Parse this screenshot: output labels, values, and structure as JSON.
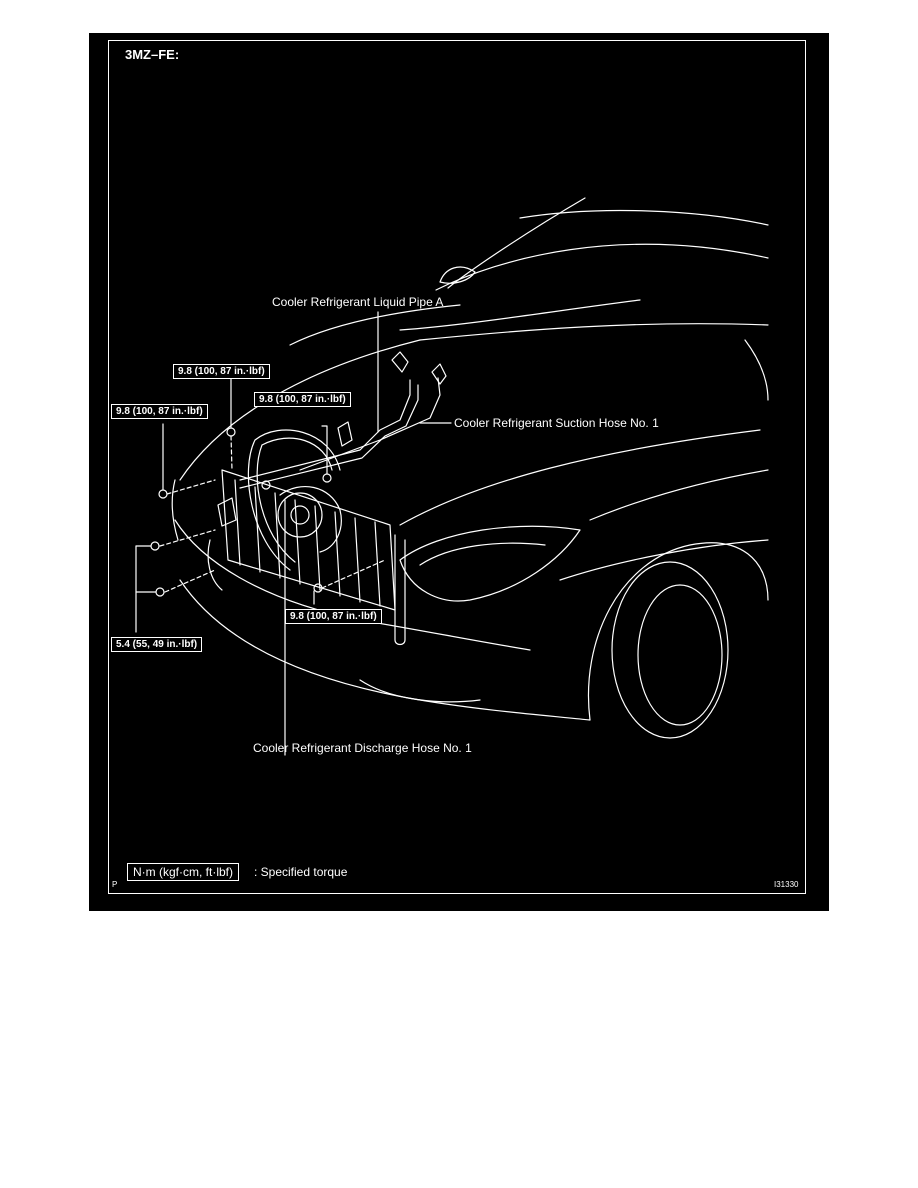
{
  "title": "3MZ–FE:",
  "labels": {
    "liquid_pipe": "Cooler Refrigerant Liquid Pipe A",
    "suction_hose": "Cooler Refrigerant Suction Hose No. 1",
    "discharge_hose": "Cooler Refrigerant Discharge Hose No. 1"
  },
  "torques": {
    "t1": "9.8 (100, 87 in.·lbf)",
    "t2": "9.8 (100, 87 in.·lbf)",
    "t3": "9.8 (100, 87 in.·lbf)",
    "t4": "9.8 (100, 87 in.·lbf)",
    "t5": "5.4 (55, 49 in.·lbf)"
  },
  "legend": {
    "unit": "N·m (kgf·cm, ft·lbf)",
    "text": ": Specified torque"
  },
  "corner_letter": "P",
  "figure_code": "I31330"
}
